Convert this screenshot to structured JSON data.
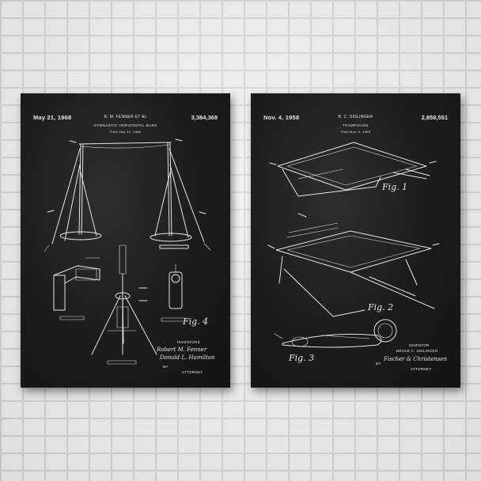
{
  "posters": [
    {
      "date": "May 21, 1968",
      "inventor": "R. M. FENNER ET AL",
      "patent_number": "3,384,368",
      "title": "GYMNASTIC HORIZONTAL BARS",
      "filed": "Filed May 12, 1966",
      "inventors_label": "INVENTORS",
      "signature_1": "Robert M. Fenner",
      "signature_2": "Donald L. Hamilton",
      "by": "BY",
      "attorney_label": "ATTORNEY",
      "fig_label": "Fig. 4"
    },
    {
      "date": "Nov. 4, 1958",
      "inventor": "B. C. SIDLINGER",
      "patent_number": "2,858,551",
      "title": "TRAMPOLINE",
      "filed": "Filed Nov. 9, 1955",
      "inventor_label": "INVENTOR",
      "inventor_name": "BRUCE C. SIDLINGER",
      "by": "BY",
      "attorney_label": "ATTORNEY",
      "fig_1": "Fig. 1",
      "fig_2": "Fig. 2",
      "fig_3": "Fig. 3"
    }
  ],
  "colors": {
    "wall": "#ececec",
    "mortar": "#cfcfcf",
    "chalkboard": "#1c1c1c",
    "chalk": "#e6e6e6"
  }
}
